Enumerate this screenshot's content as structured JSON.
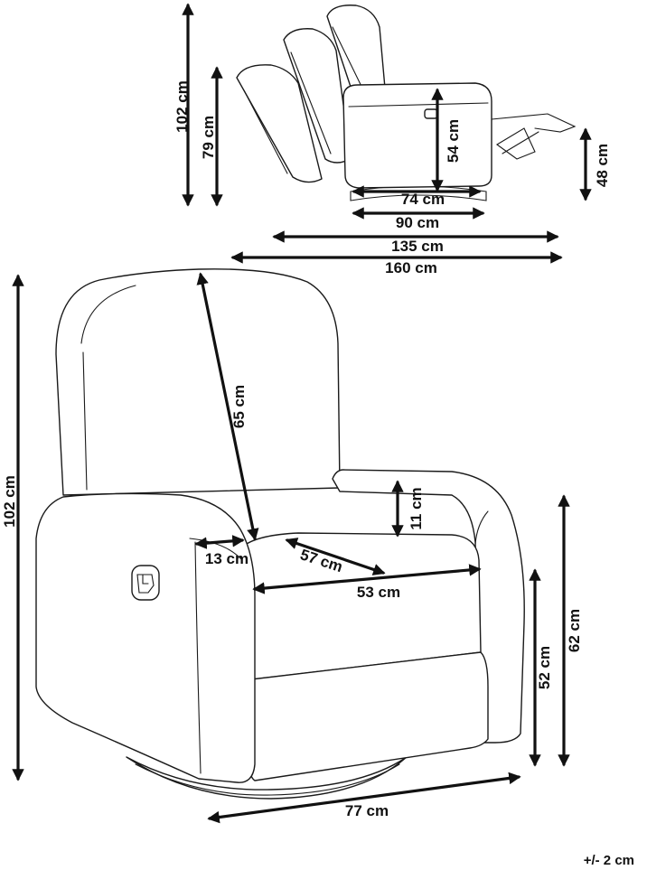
{
  "side_view": {
    "total_height": "102 cm",
    "back_height": "79 cm",
    "armrest_height": "54 cm",
    "footrest_height": "48 cm",
    "base_diameter": "74 cm",
    "seated_depth": "90 cm",
    "partial_recline_depth": "135 cm",
    "full_recline_depth": "160 cm"
  },
  "front_view": {
    "total_height": "102 cm",
    "backrest_height": "65 cm",
    "armrest_above_seat": "11 cm",
    "armrest_width": "13 cm",
    "seat_depth": "57 cm",
    "seat_width": "53 cm",
    "seat_height": "52 cm",
    "armrest_height": "62 cm",
    "total_width": "77 cm"
  },
  "tolerance": "+/- 2 cm",
  "colors": {
    "line": "#1a1a1a",
    "background": "#ffffff"
  }
}
